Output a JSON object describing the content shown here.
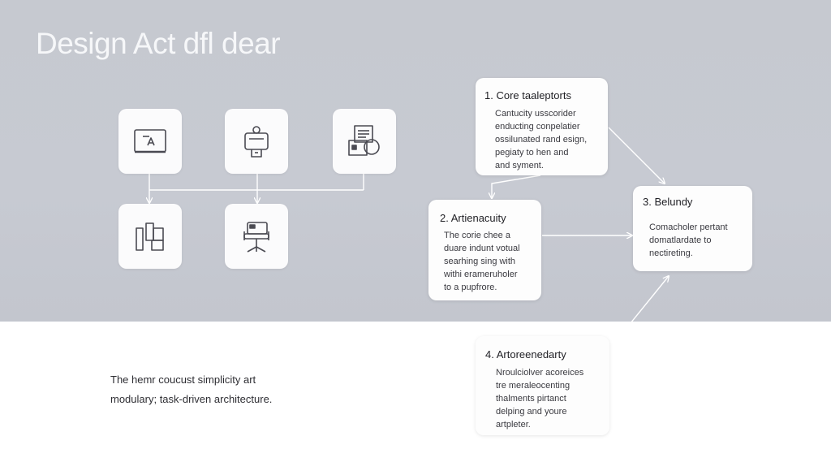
{
  "page": {
    "title": "Design Act dfl dear",
    "footer_lines": [
      "The hemr coucust simplicity art",
      "modulary; task-driven architecture."
    ]
  },
  "icons": [
    {
      "name": "whiteboard-icon"
    },
    {
      "name": "clipboard-icon"
    },
    {
      "name": "document-printer-icon"
    },
    {
      "name": "blocks-icon"
    },
    {
      "name": "office-chair-icon"
    }
  ],
  "cards": [
    {
      "title": "1. Core taaleptorts",
      "lines": [
        "Cantucity usscorider",
        "enducting conpelatier",
        "ossilunated rand esign,",
        "pegiaty to hen and",
        "and syment."
      ]
    },
    {
      "title": "2. Artienacuity",
      "lines": [
        "The corie chee a",
        "duare indunt votual",
        "searhing sing with",
        "withi erameruholer",
        "to a pupfrore."
      ]
    },
    {
      "title": "3. Belundy",
      "lines": [
        "Comacholer pertant",
        "domatlardate to",
        "nectireting."
      ]
    },
    {
      "title": "4. Artoreenedarty",
      "lines": [
        "Nroulciolver acoreices",
        "tre meraleocenting",
        "thalments pirtanct",
        "delping and youre",
        "artpleter."
      ]
    }
  ],
  "colors": {
    "band": "#c6c9d0",
    "title": "#f6f7f9",
    "line": "#ffffff",
    "icon_stroke": "#4a4a52",
    "text": "#2a2a2e"
  }
}
